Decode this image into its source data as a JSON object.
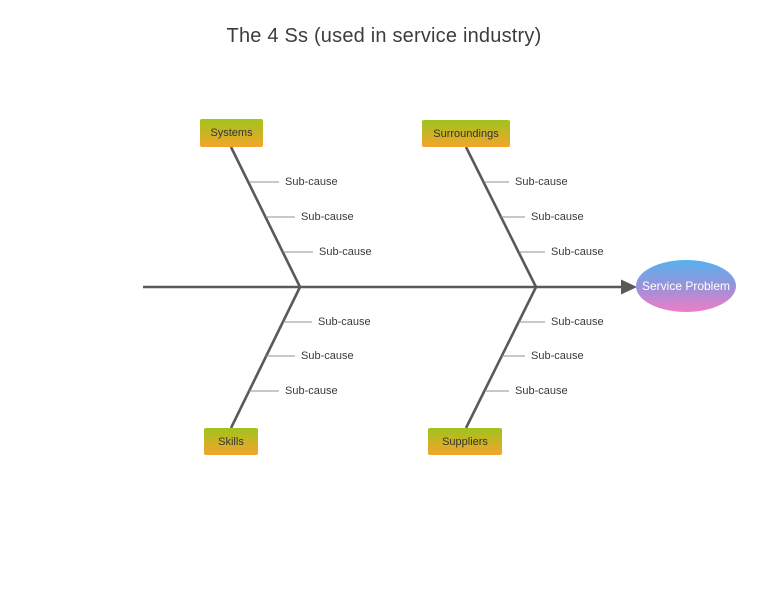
{
  "title": "The 4 Ss (used in service industry)",
  "head": {
    "label": "Service Problem"
  },
  "categories": [
    {
      "id": "systems",
      "label": "Systems",
      "position": "top-left",
      "sub_causes": [
        "Sub-cause",
        "Sub-cause",
        "Sub-cause"
      ]
    },
    {
      "id": "surroundings",
      "label": "Surroundings",
      "position": "top-right",
      "sub_causes": [
        "Sub-cause",
        "Sub-cause",
        "Sub-cause"
      ]
    },
    {
      "id": "skills",
      "label": "Skills",
      "position": "bottom-left",
      "sub_causes": [
        "Sub-cause",
        "Sub-cause",
        "Sub-cause"
      ]
    },
    {
      "id": "suppliers",
      "label": "Suppliers",
      "position": "bottom-right",
      "sub_causes": [
        "Sub-cause",
        "Sub-cause",
        "Sub-cause"
      ]
    }
  ],
  "colors": {
    "skeleton_line": "#595959",
    "tick_line": "#919191",
    "text_color": "#3d3d3d",
    "box_grad_top": "#9fc41d",
    "box_grad_bottom": "#f5a42c",
    "head_grad_top": "#57b1ee",
    "head_grad_mid": "#9a92da",
    "head_grad_bottom": "#ef7dc7",
    "head_text_color": "#ffffff"
  }
}
